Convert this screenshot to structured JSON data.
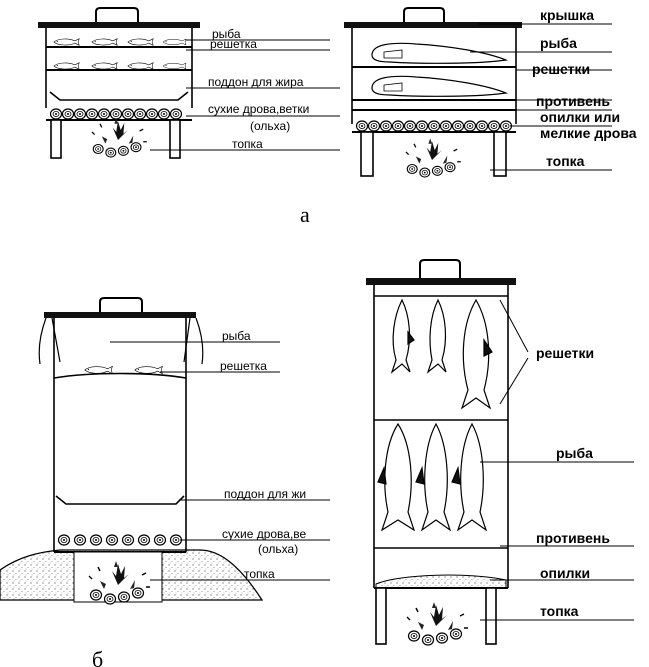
{
  "figure_letters": {
    "a": "а",
    "b": "б"
  },
  "diagram_a_left": {
    "fish": "рыба",
    "grate": "решетка",
    "fat_tray": "поддон для жира",
    "dry_wood": "сухие дрова,ветки",
    "alder": "(ольха)",
    "firebox": "топка"
  },
  "diagram_a_right": {
    "lid": "крышка",
    "fish": "рыба",
    "grates": "решетки",
    "baking_tray": "противень",
    "sawdust_line1": "опилки или",
    "sawdust_line2": "мелкие дрова",
    "firebox": "топка"
  },
  "diagram_b_left": {
    "fish": "рыба",
    "grate": "решетка",
    "fat_tray": "поддон для жи",
    "dry_wood": "сухие дрова,ве",
    "alder": "(ольха)",
    "firebox": "топка"
  },
  "diagram_b_right": {
    "grates": "решетки",
    "fish": "рыба",
    "baking_tray": "противень",
    "sawdust": "опилки",
    "firebox": "топка"
  }
}
